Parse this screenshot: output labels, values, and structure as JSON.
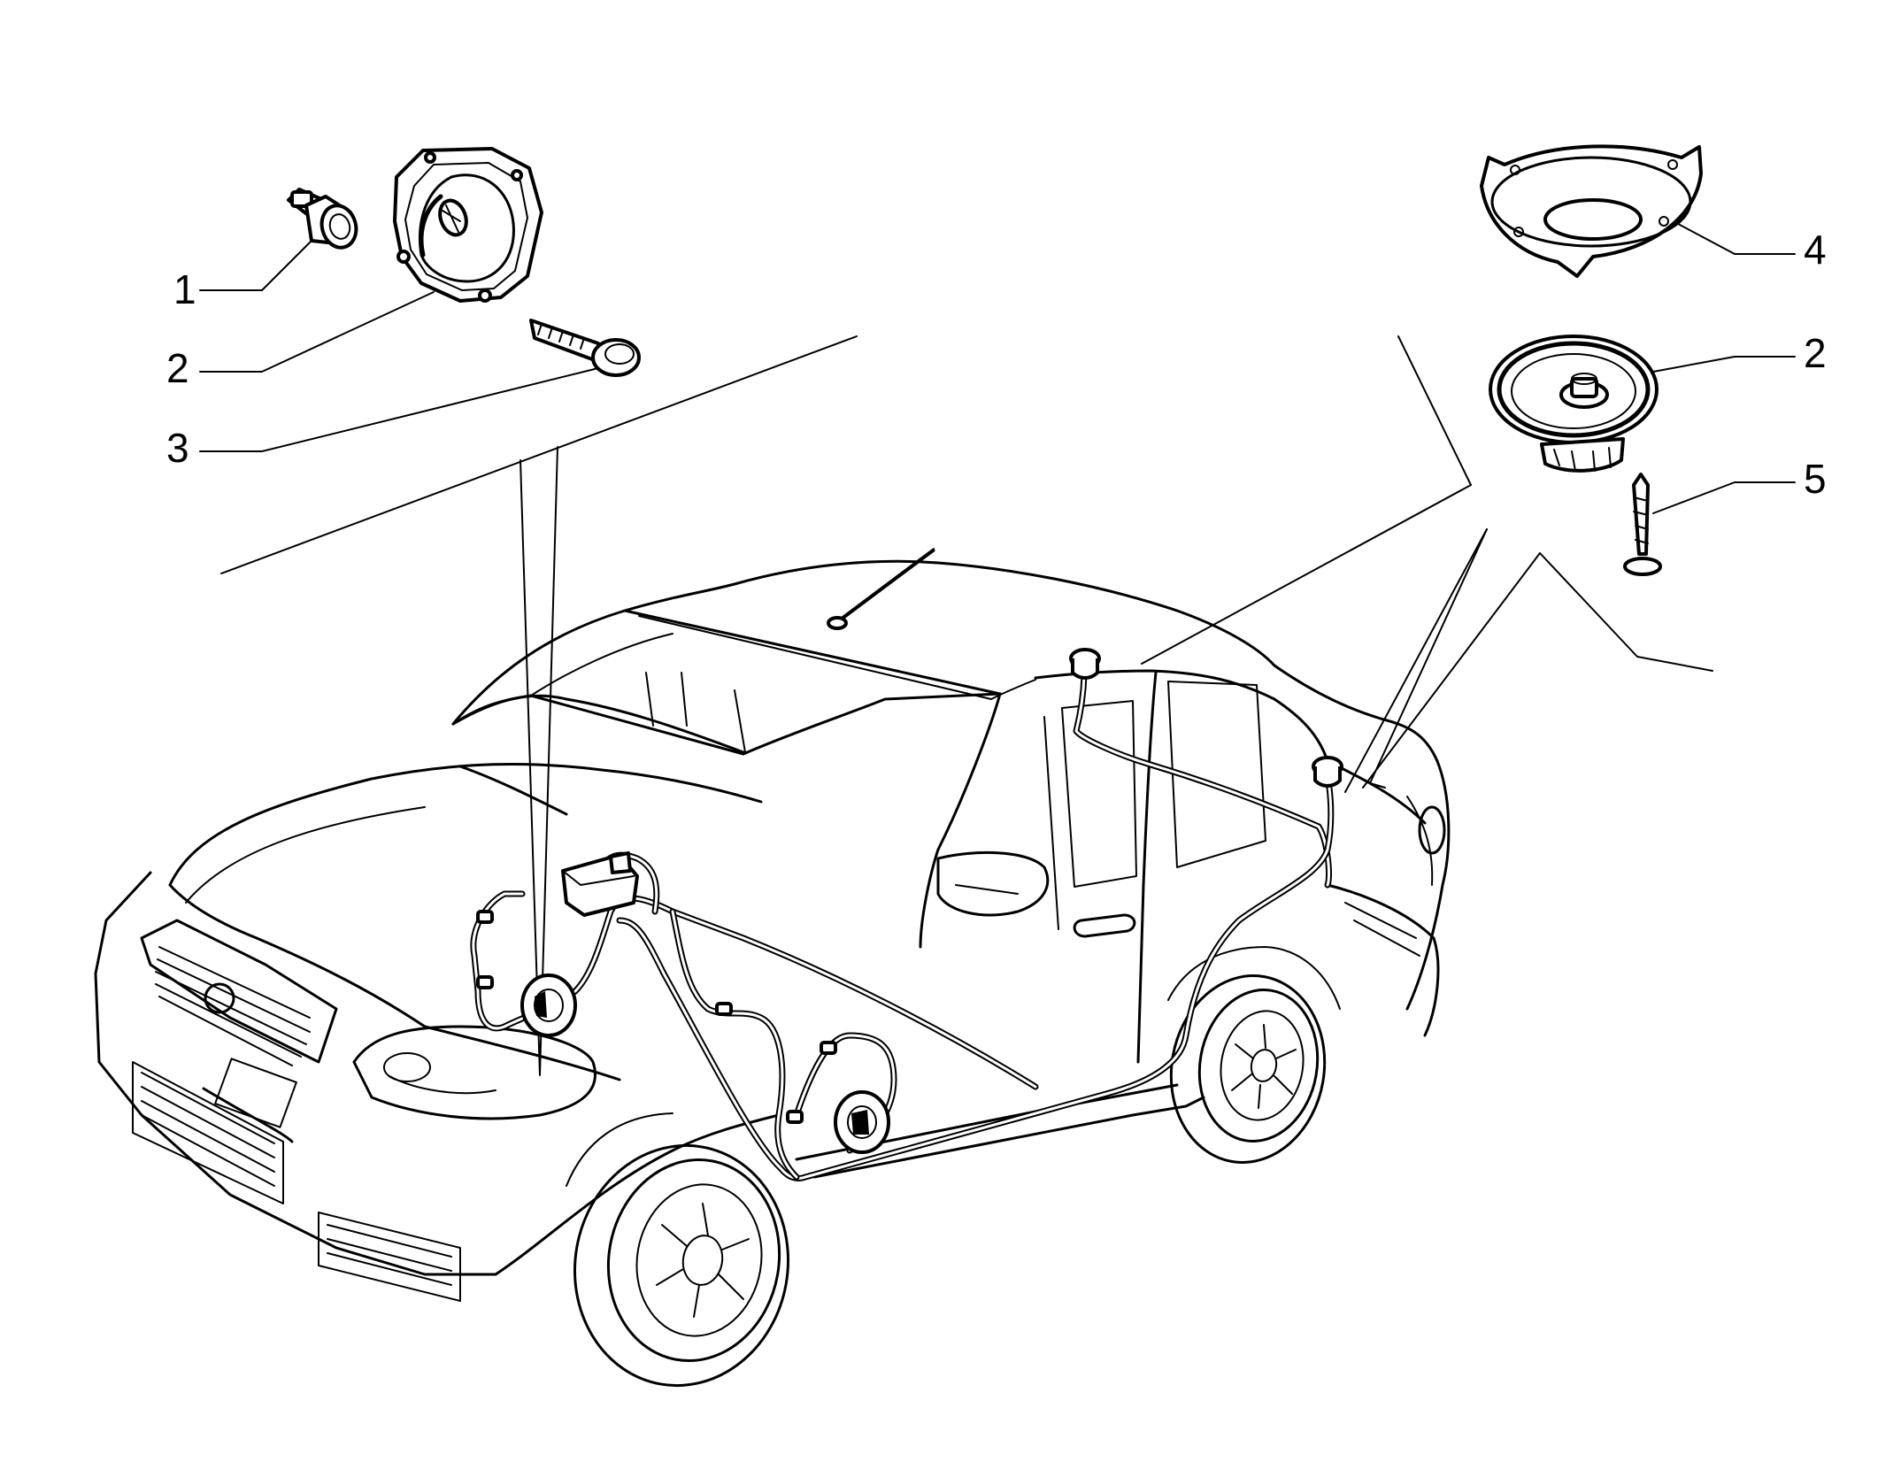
{
  "callouts": [
    {
      "number": "1",
      "part": "tweeter"
    },
    {
      "number": "2",
      "part": "front-speaker-with-adapter-ring"
    },
    {
      "number": "3",
      "part": "fastening-plug"
    },
    {
      "number": "4",
      "part": "speaker-support-plate"
    },
    {
      "number": "2",
      "part": "rear-speaker"
    },
    {
      "number": "5",
      "part": "self-tapping-screw"
    }
  ],
  "colors": {
    "line": "#000000",
    "background": "#ffffff"
  }
}
